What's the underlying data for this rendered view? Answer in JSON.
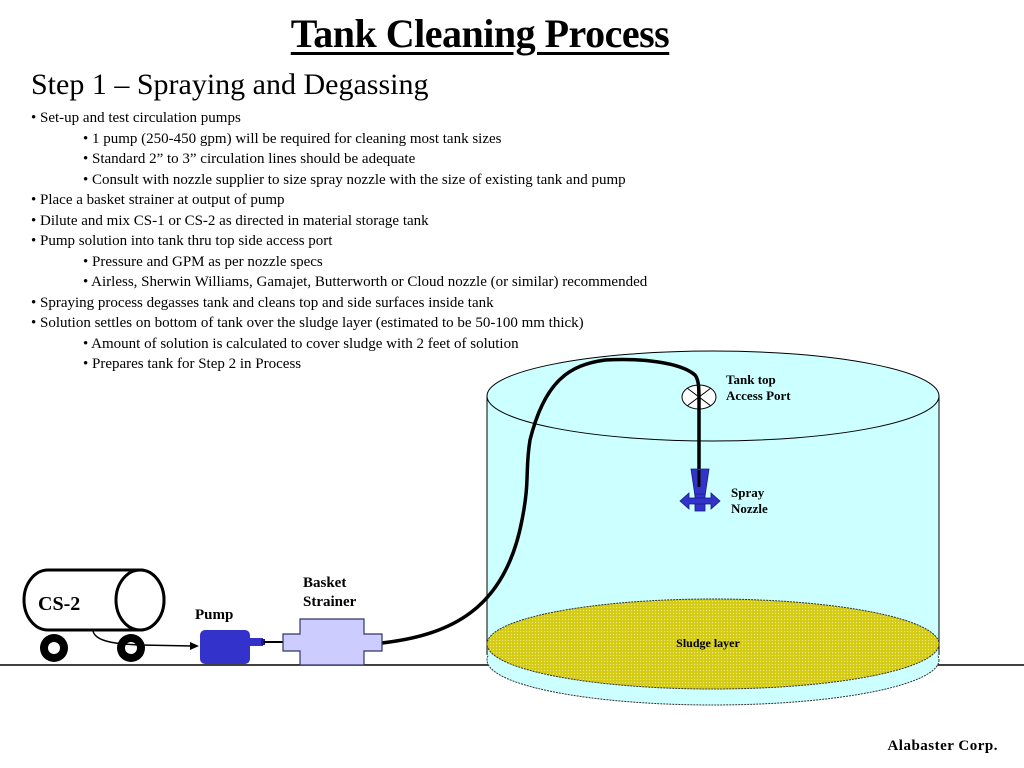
{
  "slide": {
    "title": "Tank Cleaning Process",
    "subtitle": "Step 1 – Spraying and Degassing",
    "bullets": [
      {
        "level": 1,
        "text": "• Set-up and test circulation pumps"
      },
      {
        "level": 2,
        "text": "• 1 pump (250-450 gpm) will be required for cleaning most tank sizes"
      },
      {
        "level": 2,
        "text": "• Standard 2” to 3” circulation lines should be adequate"
      },
      {
        "level": 2,
        "text": "• Consult with nozzle supplier to size spray nozzle with the size of existing tank and pump"
      },
      {
        "level": 1,
        "text": "• Place a basket strainer at output of pump"
      },
      {
        "level": 1,
        "text": "• Dilute and mix CS-1 or CS-2 as directed in material storage tank"
      },
      {
        "level": 1,
        "text": "• Pump solution into tank thru top side access port"
      },
      {
        "level": 2,
        "text": "• Pressure and GPM as per nozzle specs"
      },
      {
        "level": 2,
        "text": "• Airless, Sherwin Williams, Gamajet, Butterworth or Cloud nozzle (or similar) recommended"
      },
      {
        "level": 1,
        "text": "• Spraying process degasses tank and cleans top and side surfaces inside tank"
      },
      {
        "level": 1,
        "text": "• Solution settles on bottom of tank over the sludge layer (estimated to be 50-100 mm thick)"
      },
      {
        "level": 2,
        "text": "• Amount of solution is calculated to cover sludge with 2 feet of solution"
      },
      {
        "level": 2,
        "text": "• Prepares tank for Step 2 in Process"
      }
    ],
    "footer": "Alabaster Corp."
  },
  "diagram": {
    "storage_tank_label": "CS-2",
    "pump_label": "Pump",
    "strainer_label_line1": "Basket",
    "strainer_label_line2": "Strainer",
    "access_port_label_line1": "Tank top",
    "access_port_label_line2": "Access Port",
    "nozzle_label_line1": "Spray",
    "nozzle_label_line2": "Nozzle",
    "sludge_label": "Sludge layer",
    "colors": {
      "tank_fill": "#ccffff",
      "sludge_fill": "#d4cc14",
      "pump_fill": "#3333cc",
      "strainer_fill": "#ccccff",
      "nozzle_fill": "#3333cc"
    }
  }
}
